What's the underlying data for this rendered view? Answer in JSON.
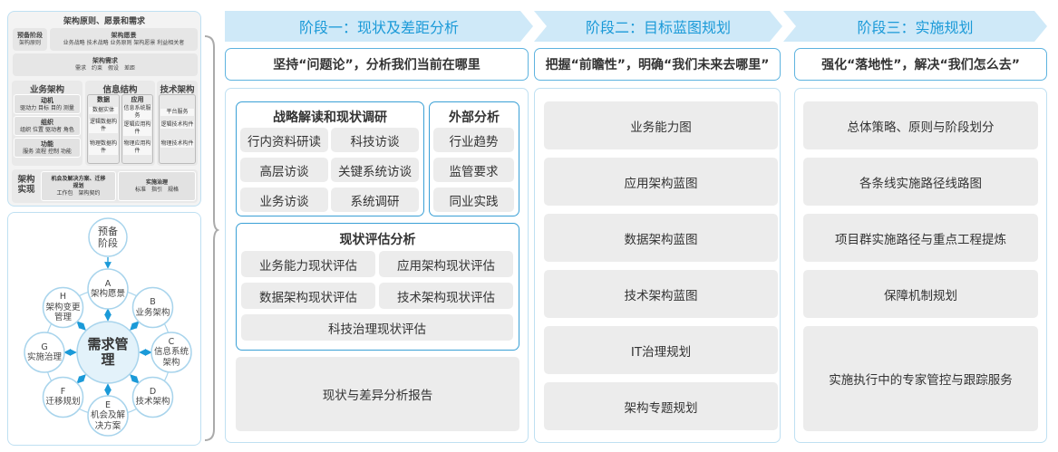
{
  "left_top": {
    "title": "架构原则、愿景和需求",
    "prelim": {
      "title": "预备阶段",
      "items": "架构原则"
    },
    "vision": {
      "title": "架构愿景",
      "items": "业务战略 技术战略 业务原则 架构愿景 利益相关者"
    },
    "requirements": {
      "title": "架构需求",
      "items": "需求　约束　假设　差距"
    },
    "business": {
      "title": "业务架构",
      "groups": [
        {
          "title": "动机",
          "items": "驱动力 目标 目的 测量"
        },
        {
          "title": "组织",
          "items": "组织 位置 驱动者 角色"
        },
        {
          "title": "功能",
          "items": "服务 流程 控制 功能"
        }
      ]
    },
    "info": {
      "title": "信息结构",
      "data": {
        "title": "数据",
        "items": [
          "数据实体",
          "逻辑数据构件",
          "物理数据构件"
        ]
      },
      "app": {
        "title": "应用",
        "items": [
          "信息系统服务",
          "逻辑应用构件",
          "物理应用构件"
        ]
      }
    },
    "tech": {
      "title": "技术架构",
      "items": [
        "平台服务",
        "逻辑技术构件",
        "物理技术构件"
      ]
    },
    "impl": {
      "title": "架构实现",
      "opp": {
        "title": "机会及解决方案、迁移规划",
        "items": "工作包　架构契约"
      },
      "gov": {
        "title": "实施治理",
        "items": "标准　指引　规格"
      }
    }
  },
  "cycle": {
    "center": "需求管理",
    "prelim": "预备阶段",
    "phases": [
      {
        "letter": "A",
        "label": "架构愿景"
      },
      {
        "letter": "B",
        "label": "业务架构"
      },
      {
        "letter": "C",
        "label": "信息系统架构"
      },
      {
        "letter": "D",
        "label": "技术架构"
      },
      {
        "letter": "E",
        "label": "机会及解决方案"
      },
      {
        "letter": "F",
        "label": "迁移规划"
      },
      {
        "letter": "G",
        "label": "实施治理"
      },
      {
        "letter": "H",
        "label": "架构变更管理"
      }
    ]
  },
  "stages": [
    {
      "title": "阶段一：现状及差距分析",
      "subtitle": "坚持“问题论”，分析我们当前在哪里"
    },
    {
      "title": "阶段二：目标蓝图规划",
      "subtitle": "把握“前瞻性”，明确“我们未来去哪里”"
    },
    {
      "title": "阶段三：实施规划",
      "subtitle": "强化“落地性”，解决“我们怎么去”"
    }
  ],
  "stage1": {
    "research": {
      "title": "战略解读和现状调研",
      "items": [
        "行内资料研读",
        "科技访谈",
        "高层访谈",
        "关键系统访谈",
        "业务访谈",
        "系统调研"
      ]
    },
    "external": {
      "title": "外部分析",
      "items": [
        "行业趋势",
        "监管要求",
        "同业实践"
      ]
    },
    "assessment": {
      "title": "现状评估分析",
      "items": [
        "业务能力现状评估",
        "应用架构现状评估",
        "数据架构现状评估",
        "技术架构现状评估",
        "科技治理现状评估"
      ]
    },
    "report": "现状与差异分析报告"
  },
  "stage2": {
    "items": [
      "业务能力图",
      "应用架构蓝图",
      "数据架构蓝图",
      "技术架构蓝图",
      "IT治理规划",
      "架构专题规划"
    ]
  },
  "stage3": {
    "items": [
      "总体策略、原则与阶段划分",
      "各条线实施路径线路图",
      "项目群实施路径与重点工程提炼",
      "保障机制规划",
      "实施执行中的专家管控与跟踪服务"
    ]
  },
  "colors": {
    "accent": "#1b9ad8",
    "header_bg": "#cfe9f8",
    "item_bg": "#ececec",
    "border": "#3aa0d6"
  }
}
